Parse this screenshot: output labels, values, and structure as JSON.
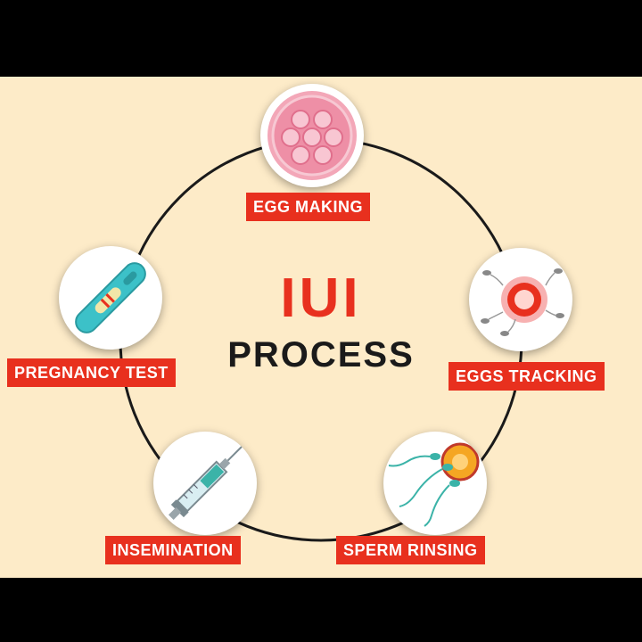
{
  "title": {
    "main": "IUI",
    "sub": "PROCESS"
  },
  "steps": [
    {
      "label": "EGG MAKING",
      "icon": "egg-cells-icon"
    },
    {
      "label": "EGGS TRACKING",
      "icon": "egg-tracking-icon"
    },
    {
      "label": "SPERM RINSING",
      "icon": "sperm-rinsing-icon"
    },
    {
      "label": "INSEMINATION",
      "icon": "syringe-icon"
    },
    {
      "label": "PREGNANCY TEST",
      "icon": "pregnancy-test-icon"
    }
  ],
  "colors": {
    "background": "#fdebc8",
    "accent": "#e8301e",
    "ring": "#1a1a1a",
    "frame": "#000000"
  }
}
